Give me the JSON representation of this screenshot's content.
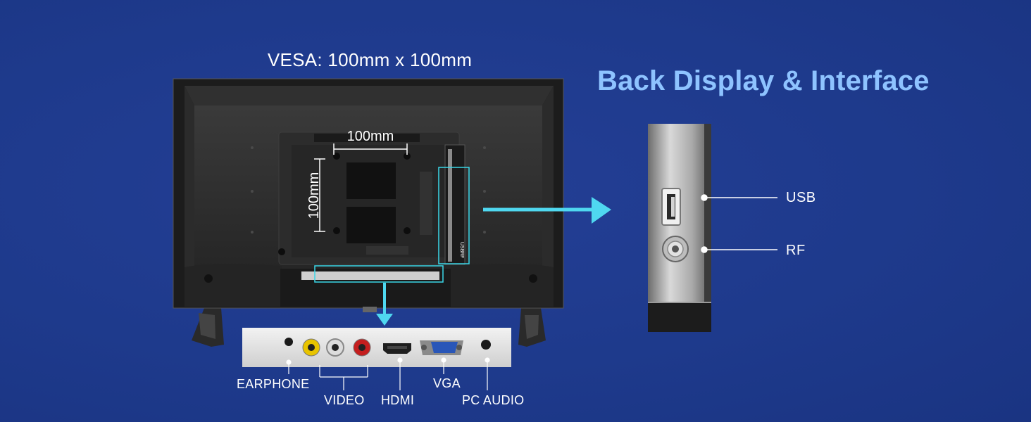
{
  "vesa_title": "VESA: 100mm x 100mm",
  "main_title": "Back Display & Interface",
  "dimension_horizontal": "100mm",
  "dimension_vertical": "100mm",
  "side_ports": {
    "usb": "USB",
    "rf": "RF"
  },
  "side_panel_print": {
    "usb": "USB",
    "rf": "RF"
  },
  "bottom_ports": {
    "earphone": "EARPHONE",
    "video": "VIDEO",
    "hdmi": "HDMI",
    "vga": "VGA",
    "pc_audio": "PC AUDIO"
  },
  "colors": {
    "background": "#1e3a8c",
    "title": "#8ec3ff",
    "highlight": "#3ad7e8",
    "arrow": "#4fd8f0"
  }
}
